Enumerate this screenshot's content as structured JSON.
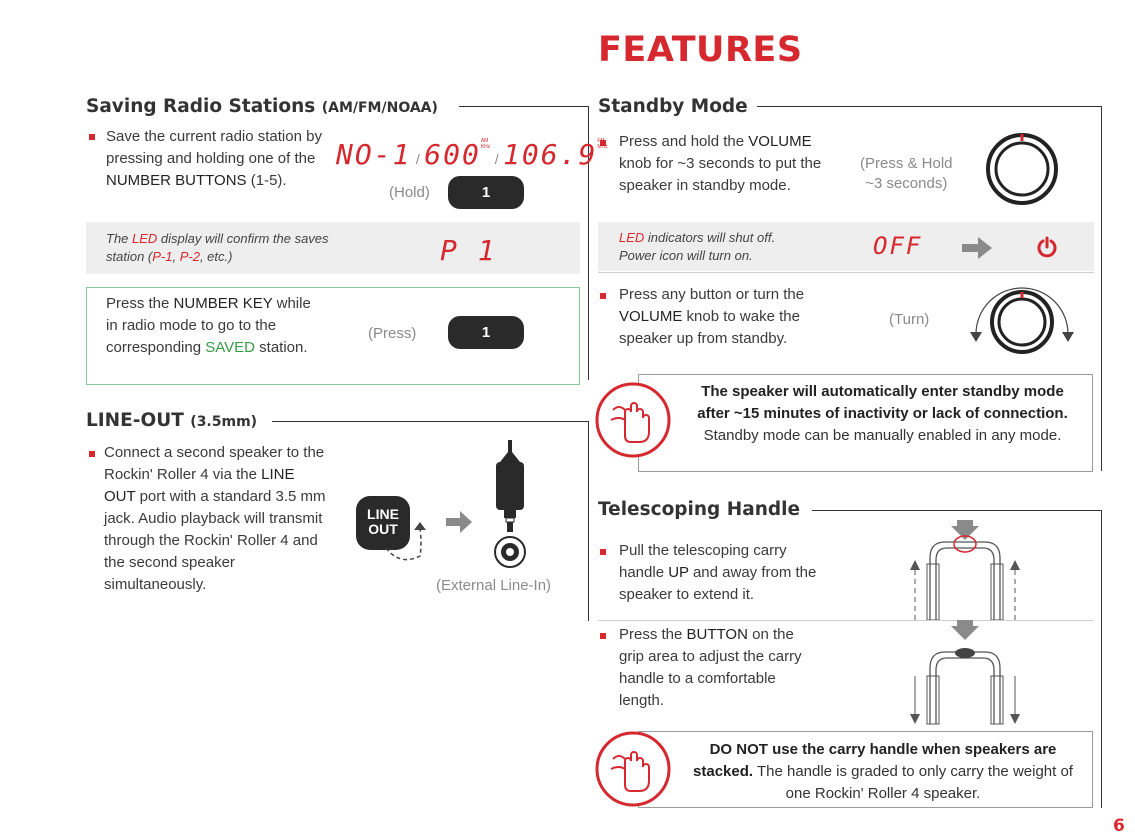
{
  "page": {
    "title": "FEATURES",
    "page_number": "6"
  },
  "saving": {
    "heading": "Saving Radio Stations",
    "heading_note": "(AM/FM/NOAA)",
    "bullet_pre": "Save the current radio station by pressing and holding one of the ",
    "bullet_key": "NUMBER BUTTONS",
    "bullet_post": " (1-5).",
    "lcd_no": "NO-1",
    "lcd_sep1": "/",
    "lcd_am": "600",
    "lcd_am_unit_top": "AM",
    "lcd_am_unit_bottom": "KHz",
    "lcd_sep2": "/",
    "lcd_fm": "106.9",
    "lcd_fm_unit_top": "FM",
    "lcd_fm_unit_bottom": "MHz",
    "hold_label": "(Hold)",
    "key_label": "1",
    "note_pre": "The ",
    "note_led": "LED",
    "note_mid": " display will confirm the saves station (",
    "note_p1": "P-1",
    "note_comma": ", ",
    "note_p2": "P-2",
    "note_post": ", etc.)",
    "lcd_preset": "P 1",
    "press_pre": "Press the ",
    "press_key": "NUMBER KEY",
    "press_mid": " while in radio mode to go to the corresponding ",
    "press_saved": "SAVED",
    "press_post": " station.",
    "press_label": "(Press)",
    "press_key_label": "1"
  },
  "lineout": {
    "heading": "LINE-OUT",
    "heading_note": "(3.5mm)",
    "bullet_pre": "Connect a second speaker to the Rockin' Roller 4 via the ",
    "bullet_port": "LINE OUT",
    "bullet_post": " port with a standard 3.5 mm jack. Audio playback will transmit through the Rockin' Roller 4 and the second speaker simultaneously.",
    "port_line1": "LINE",
    "port_line2": "OUT",
    "external_label": "(External Line-In)"
  },
  "standby": {
    "heading": "Standby Mode",
    "bullet1_pre": "Press and hold the ",
    "bullet1_key": "VOLUME",
    "bullet1_post": " knob for ~3 seconds to put the speaker in standby mode.",
    "hold_label_1": "(Press & Hold",
    "hold_label_2": "~3 seconds)",
    "note_led": "LED",
    "note_line1": " indicators will shut off.",
    "note_line2": "Power icon will turn on.",
    "lcd_off": "OFF",
    "bullet2_pre": "Press any button or turn the ",
    "bullet2_key": "VOLUME",
    "bullet2_post": " knob to wake the speaker up from standby.",
    "turn_label": "(Turn)",
    "warn_bold": "The speaker will automatically enter standby mode after ~15 minutes of inactivity or lack of connection.",
    "warn_rest": " Standby mode can be manually enabled in any mode."
  },
  "handle": {
    "heading": "Telescoping Handle",
    "bullet1_pre": "Pull the telescoping carry handle ",
    "bullet1_key": "UP",
    "bullet1_post": " and away from the speaker to extend it.",
    "bullet2_pre": "Press the ",
    "bullet2_key": "BUTTON",
    "bullet2_post": " on the grip area to adjust the carry handle to a comfortable length.",
    "warn_bold": "DO NOT use the carry handle when speakers are stacked.",
    "warn_rest": " The handle is graded to only carry the weight of one Rockin' Roller 4 speaker."
  },
  "colors": {
    "accent": "#d6282f",
    "saved": "#3a9a48",
    "key": "#2a2a2a",
    "shade": "#eeeeee"
  }
}
